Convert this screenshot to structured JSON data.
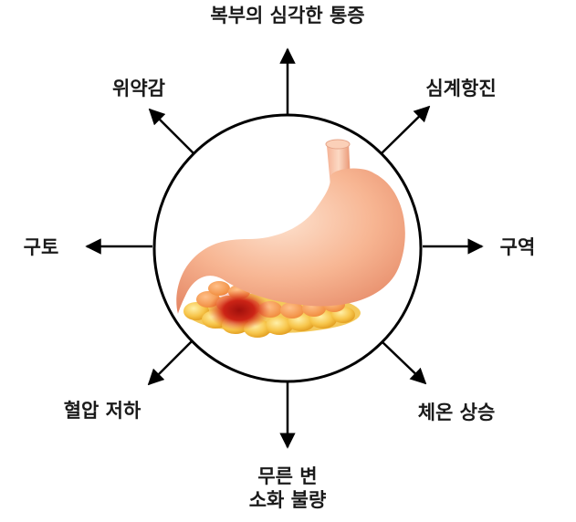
{
  "diagram": {
    "symptoms": {
      "top": "복부의 심각한 통증",
      "top_left": "위약감",
      "top_right": "심계항진",
      "left": "구토",
      "right": "구역",
      "bottom_left": "혈압 저하",
      "bottom_right": "체온 상승",
      "bottom_line1": "무른 변",
      "bottom_line2": "소화 불량"
    },
    "colors": {
      "stomach": "#f5a582",
      "pancreas": "#f2bd3c",
      "inflamed_area": "#b8160f",
      "arrows": "#000000"
    }
  }
}
